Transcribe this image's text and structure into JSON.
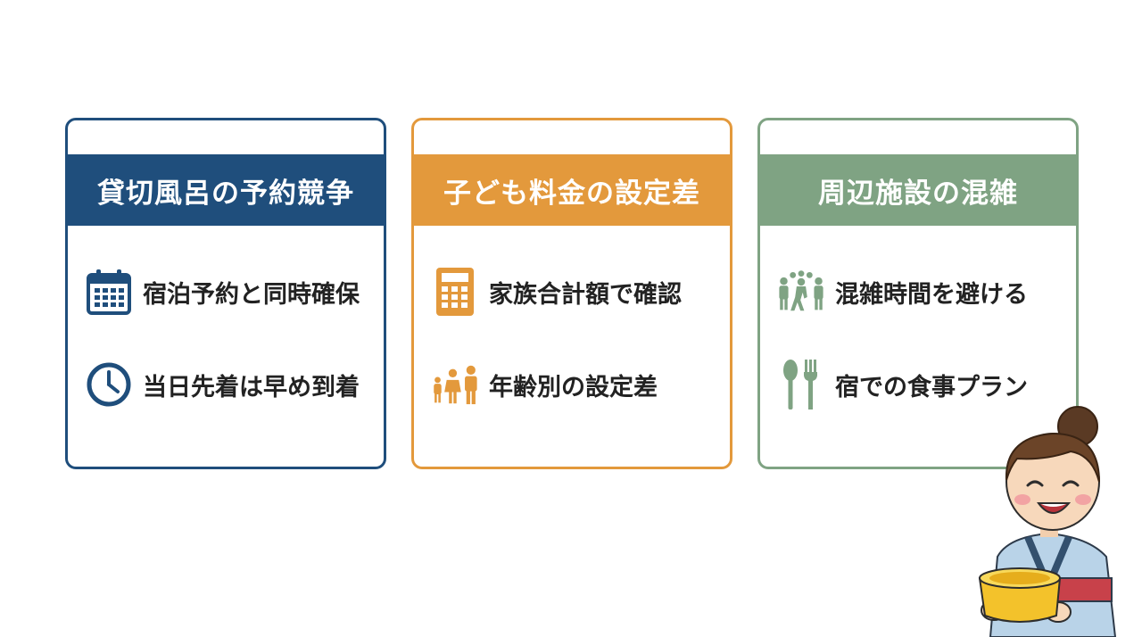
{
  "cards": [
    {
      "title": "貸切風呂の予約競争",
      "color": "#1f4e7c",
      "items": [
        {
          "icon": "calendar-icon",
          "text": "宿泊予約と同時確保"
        },
        {
          "icon": "clock-icon",
          "text": "当日先着は早め到着"
        }
      ]
    },
    {
      "title": "子ども料金の設定差",
      "color": "#e3993c",
      "items": [
        {
          "icon": "calculator-icon",
          "text": "家族合計額で確認"
        },
        {
          "icon": "family-icon",
          "text": "年齢別の設定差"
        }
      ]
    },
    {
      "title": "周辺施設の混雑",
      "color": "#7fa383",
      "items": [
        {
          "icon": "crowd-icon",
          "text": "混雑時間を避ける"
        },
        {
          "icon": "spoon-fork-icon",
          "text": "宿での食事プラン"
        }
      ]
    }
  ],
  "mascot": {
    "icon": "woman-in-yukata-holding-bowl-icon"
  }
}
